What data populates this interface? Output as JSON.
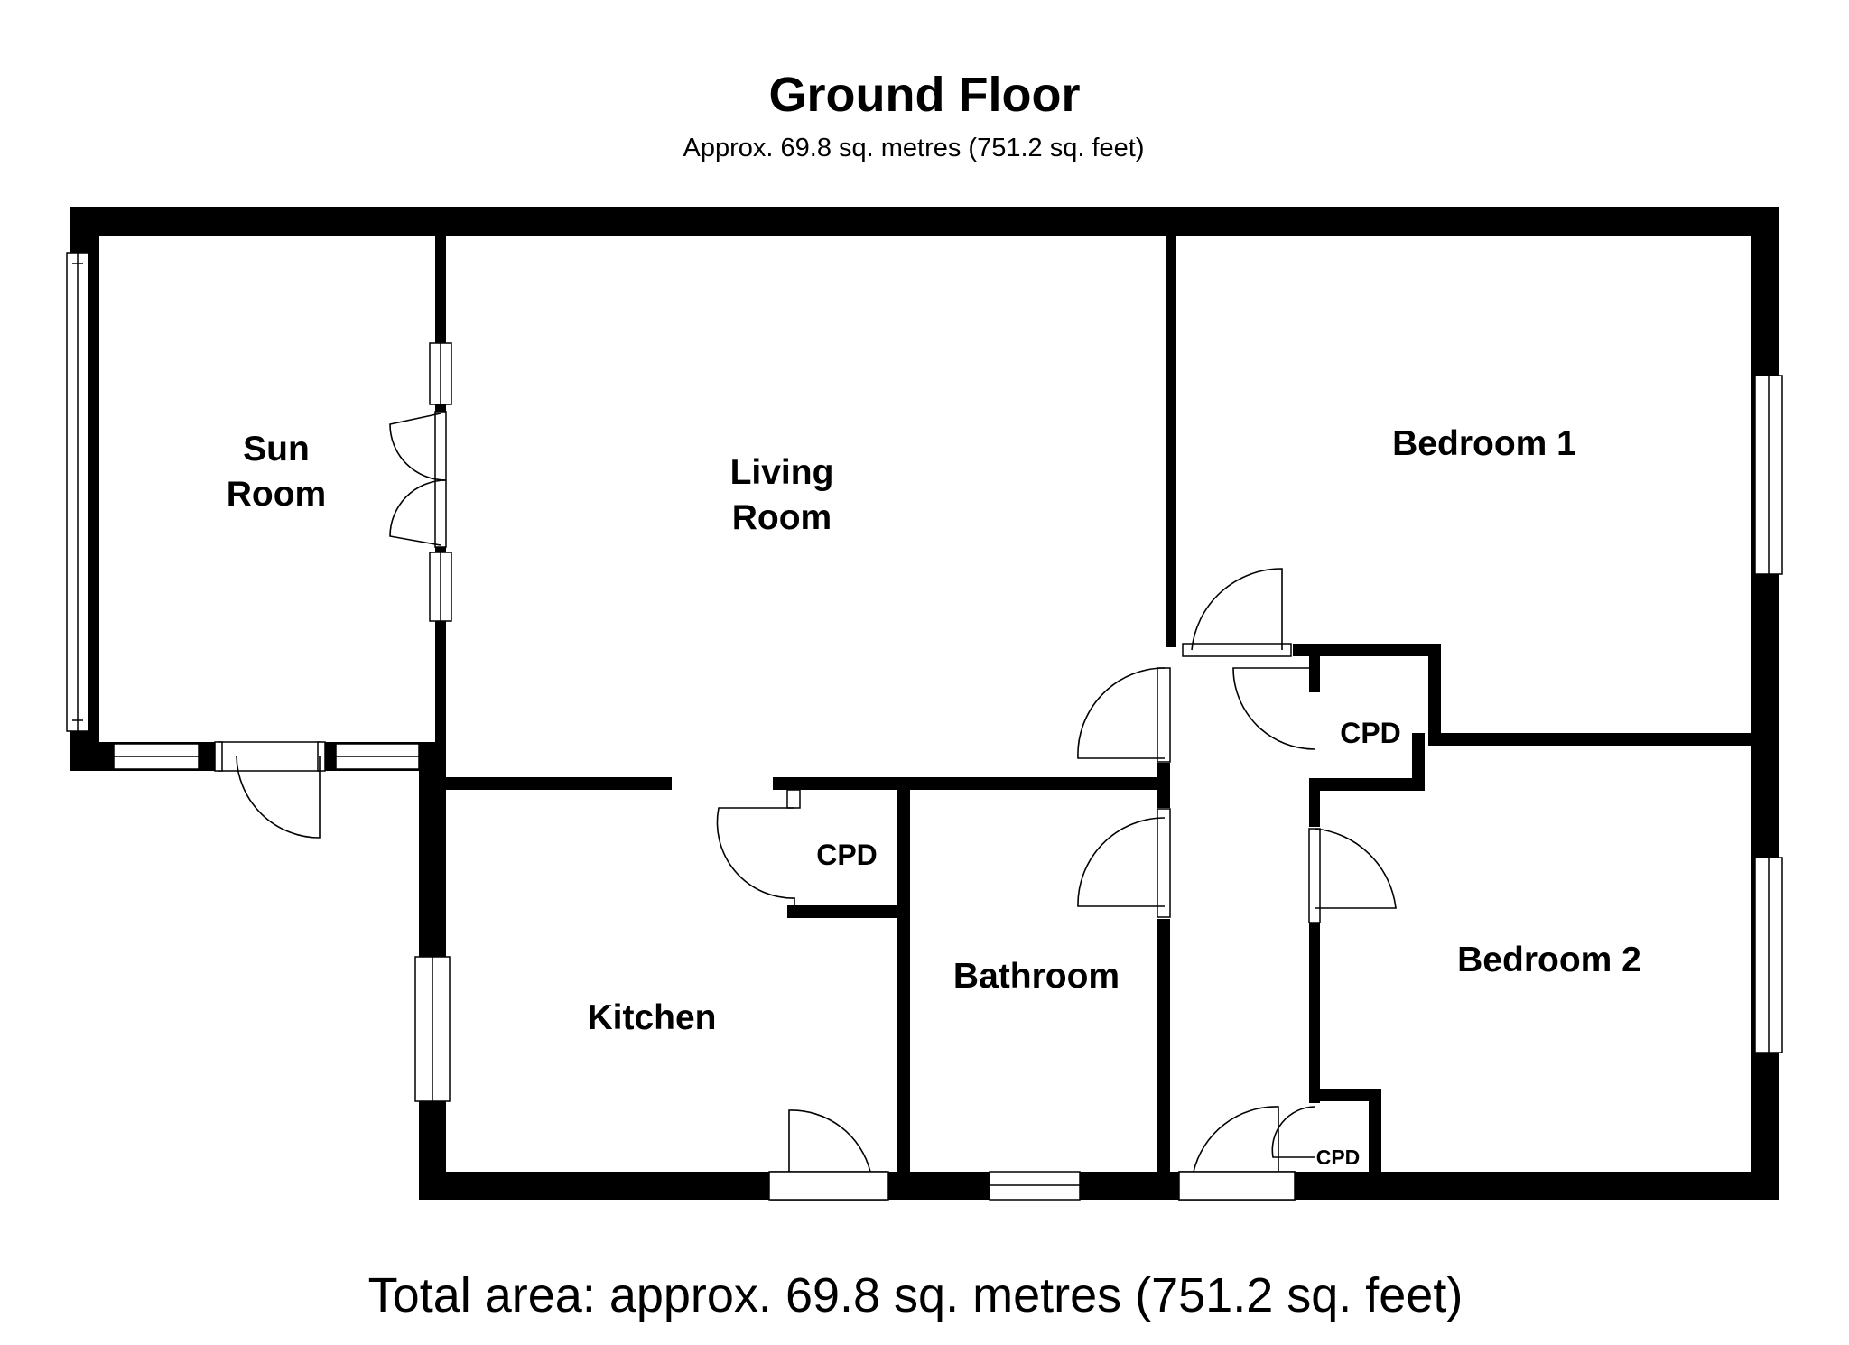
{
  "header": {
    "title": "Ground Floor",
    "subtitle": "Approx. 69.8 sq. metres (751.2 sq. feet)"
  },
  "rooms": {
    "sun_room": {
      "line1": "Sun",
      "line2": "Room"
    },
    "living_room": {
      "line1": "Living",
      "line2": "Room"
    },
    "bedroom_1": "Bedroom 1",
    "bedroom_2": "Bedroom 2",
    "kitchen": "Kitchen",
    "bathroom": "Bathroom",
    "cupboard_bedroom": "CPD",
    "cupboard_kitchen": "CPD",
    "cupboard_hall": "CPD"
  },
  "footer": {
    "total": "Total area: approx. 69.8 sq. metres (751.2 sq. feet)"
  },
  "colors": {
    "wall": "#000000",
    "background": "#ffffff"
  },
  "icons": {
    "door": "door-swing-icon",
    "window": "window-icon"
  }
}
